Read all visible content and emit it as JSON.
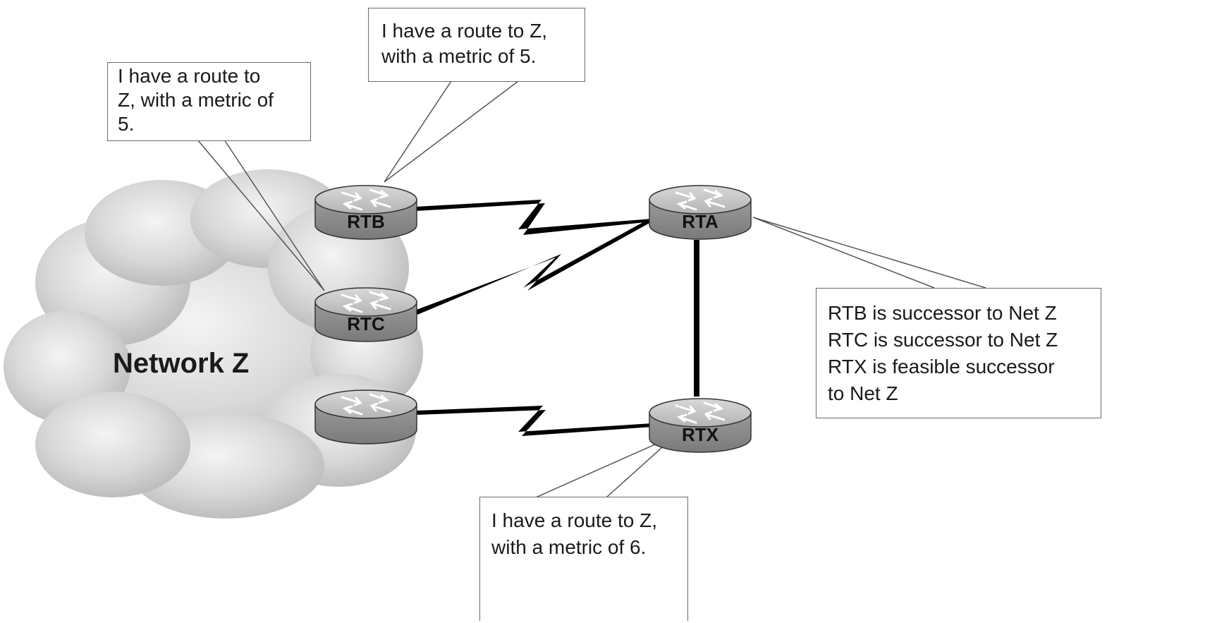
{
  "network": {
    "label": "Network Z"
  },
  "routers": {
    "rtb": {
      "label": "RTB"
    },
    "rtc": {
      "label": "RTC"
    },
    "unnamed": {
      "label": ""
    },
    "rta": {
      "label": "RTA"
    },
    "rtx": {
      "label": "RTX"
    }
  },
  "callouts": {
    "rtb": {
      "lines": [
        "I have a route to Z,",
        "with a metric of 5."
      ]
    },
    "rtc": {
      "lines": [
        "I have a route to",
        "Z, with a metric of",
        "5."
      ]
    },
    "rtx": {
      "lines": [
        "I have a route to Z,",
        "with a metric of 6."
      ]
    },
    "rta": {
      "lines": [
        "RTB is successor to Net Z",
        "RTC is successor to Net Z",
        "RTX is feasible successor",
        "to Net Z"
      ]
    }
  }
}
